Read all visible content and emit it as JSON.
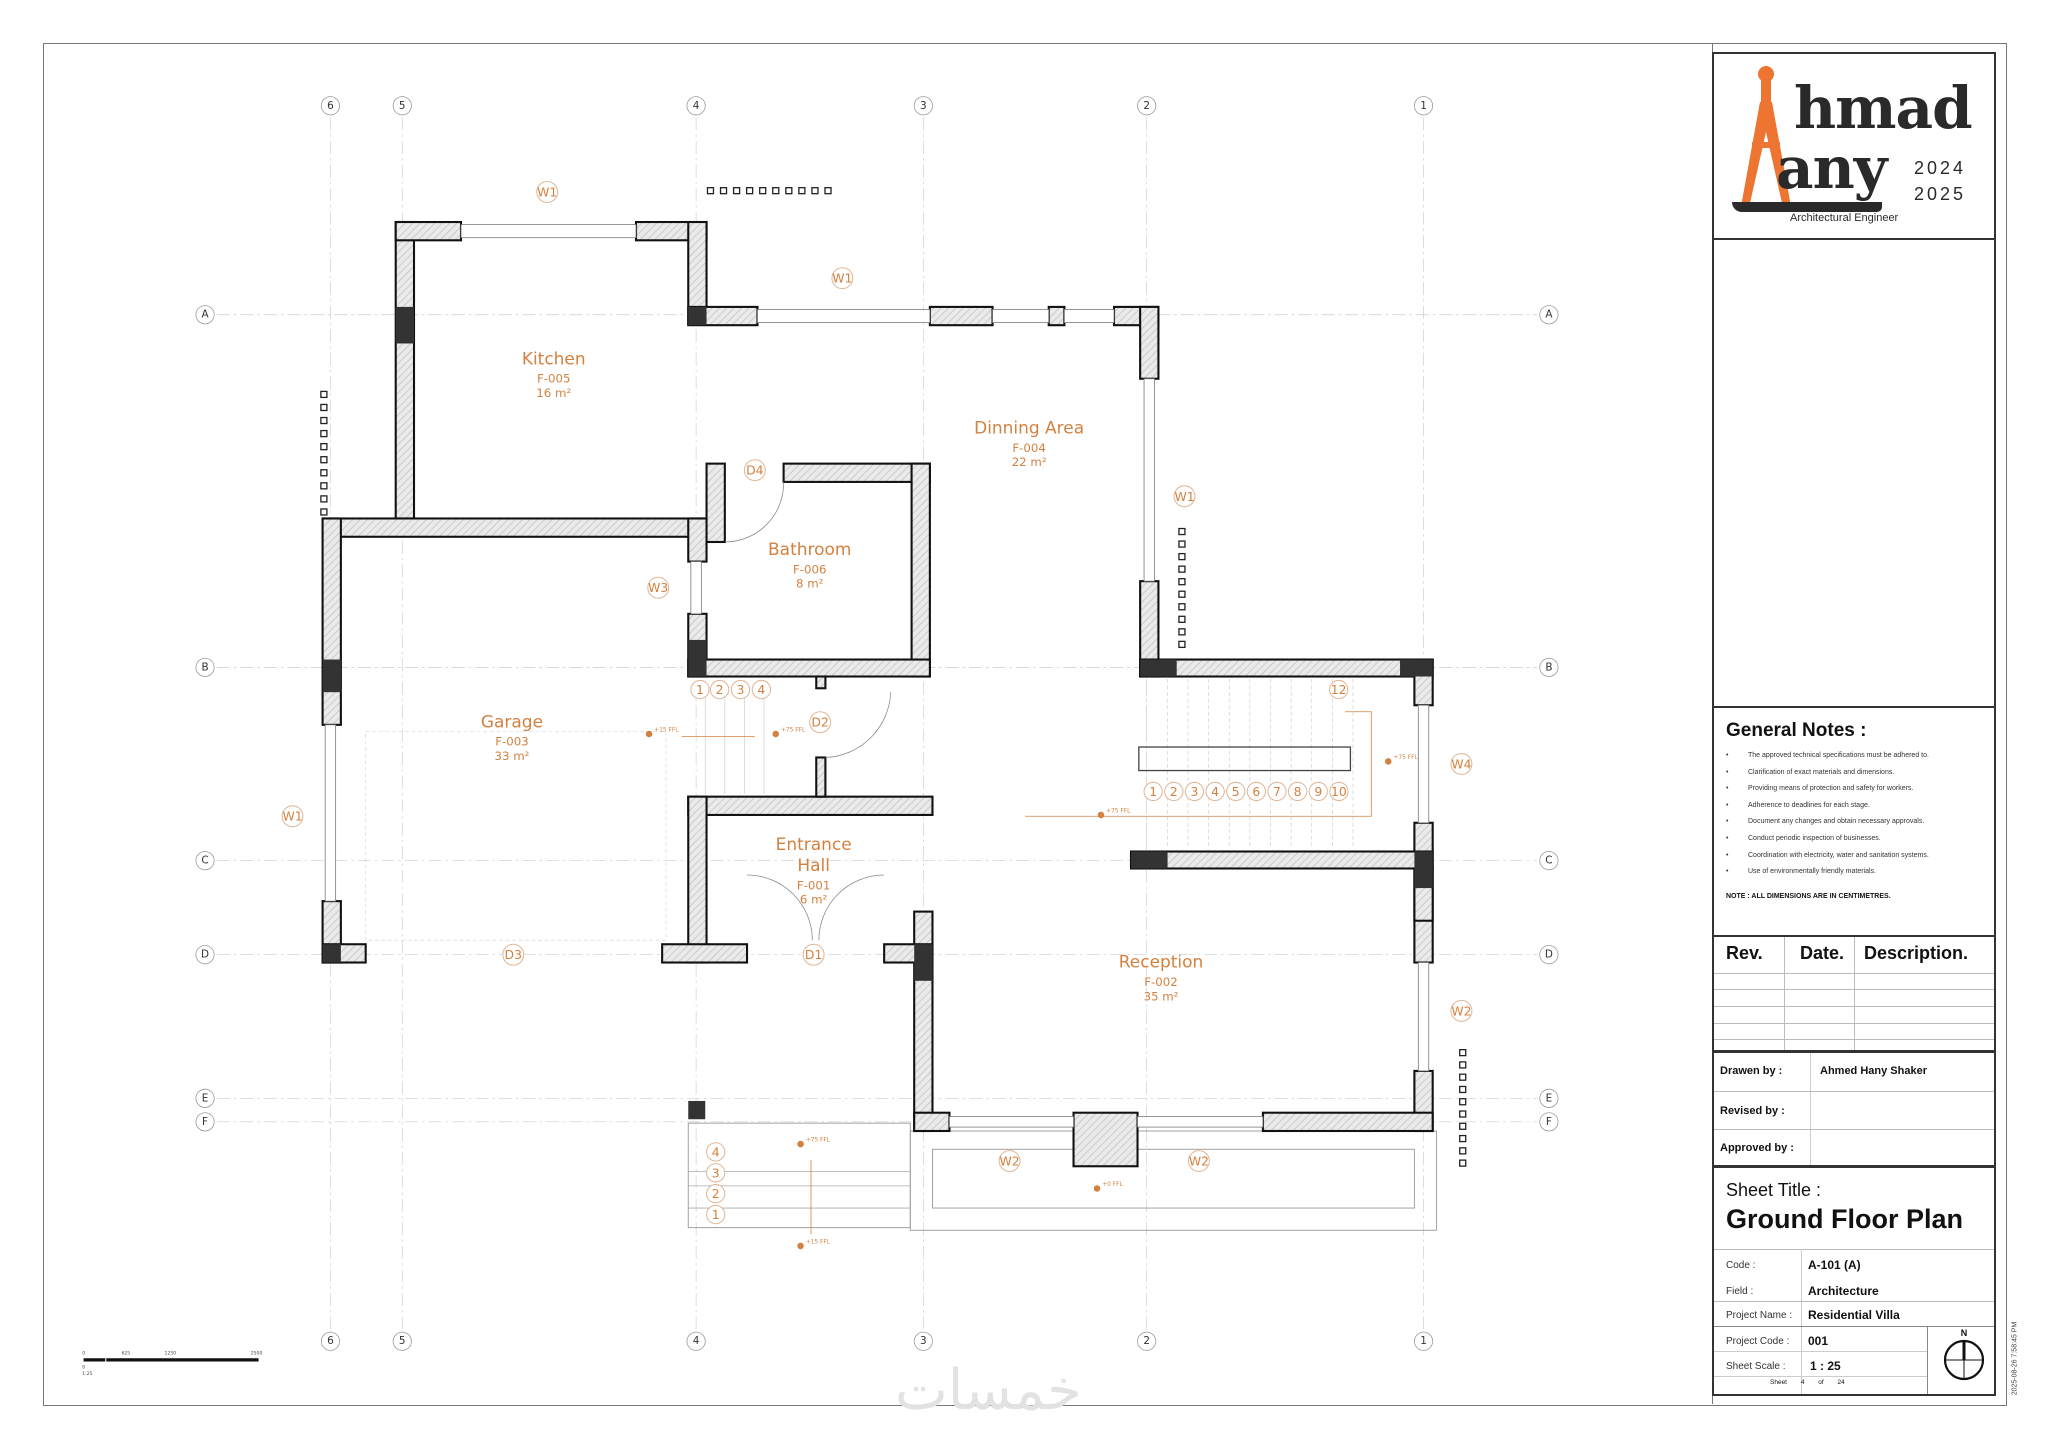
{
  "logo": {
    "line1": "hmad",
    "line2": "any",
    "year1": "2024",
    "year2": "2025",
    "subtitle": "Architectural Engineer"
  },
  "general_notes": {
    "title": "General Notes :",
    "items": [
      "The approved technical specifications must be adhered to.",
      "Clarification of exact materials and dimensions.",
      "Providing means of protection and safety for workers.",
      "Adherence to deadlines for each stage.",
      "Document any changes and obtain necessary approvals.",
      "Conduct periodic inspection of businesses.",
      "Coordination with electricity, water and sanitation systems.",
      "Use of environmentally friendly materials."
    ],
    "note": "NOTE  :  ALL DIMENSIONS ARE IN CENTIMETRES."
  },
  "revisions": {
    "headers": [
      "Rev.",
      "Date.",
      "Description."
    ]
  },
  "credits": {
    "drawn_label": "Drawen by :",
    "drawn_value": "Ahmed Hany Shaker",
    "revised_label": "Revised by :",
    "approved_label": "Approved by :"
  },
  "sheet": {
    "title_label": "Sheet Title :",
    "title": "Ground Floor Plan",
    "fields": [
      {
        "label": "Code :",
        "value": "A-101 (A)"
      },
      {
        "label": "Field :",
        "value": "Architecture"
      },
      {
        "label": "Project Name :",
        "value": "Residential Villa"
      },
      {
        "label": "Project Code :",
        "value": "001"
      },
      {
        "label": "Sheet Scale :",
        "value": "1 : 25"
      }
    ],
    "sheet_label": "Sheet",
    "sheet_no": "4",
    "of": "of",
    "total": "24",
    "north": "N"
  },
  "timestamp": "2025-08-26 7:58:45 PM",
  "watermark": "خمسات",
  "plan": {
    "grid_cols": [
      "6",
      "5",
      "4",
      "3",
      "2",
      "1"
    ],
    "grid_rows": [
      "A",
      "B",
      "C",
      "D",
      "E",
      "F"
    ],
    "rooms": [
      {
        "name": "Kitchen",
        "code": "F-005",
        "area": "16 m²"
      },
      {
        "name": "Dinning Area",
        "code": "F-004",
        "area": "22 m²"
      },
      {
        "name": "Bathroom",
        "code": "F-006",
        "area": "8 m²"
      },
      {
        "name": "Garage",
        "code": "F-003",
        "area": "33 m²"
      },
      {
        "name": "Entrance",
        "name2": "Hall",
        "code": "F-001",
        "area": "6 m²"
      },
      {
        "name": "Reception",
        "code": "F-002",
        "area": "35 m²"
      }
    ],
    "tags": [
      "W1",
      "W1",
      "W1",
      "W3",
      "D4",
      "D2",
      "W1",
      "D3",
      "D1",
      "W4",
      "W2",
      "W2",
      "W2"
    ],
    "stair_top": [
      "1",
      "2",
      "3",
      "4"
    ],
    "stair_main": [
      "1",
      "2",
      "3",
      "4",
      "5",
      "6",
      "7",
      "8",
      "9",
      "10",
      "12"
    ],
    "stair_front": [
      "4",
      "3",
      "2",
      "1"
    ],
    "levels": [
      "+15 FFL",
      "+75 FFL",
      "+75 FFL",
      "+75 FFL",
      "+75 FFL",
      "+0 FFL",
      "+15 FFL"
    ],
    "scale_bar": {
      "top": [
        "0",
        "625",
        "1250",
        "2500"
      ],
      "bottom": [
        "0",
        "1:25"
      ]
    }
  },
  "colors": {
    "accent": "#d4813f",
    "wall": "#222222",
    "column": "#333333"
  }
}
